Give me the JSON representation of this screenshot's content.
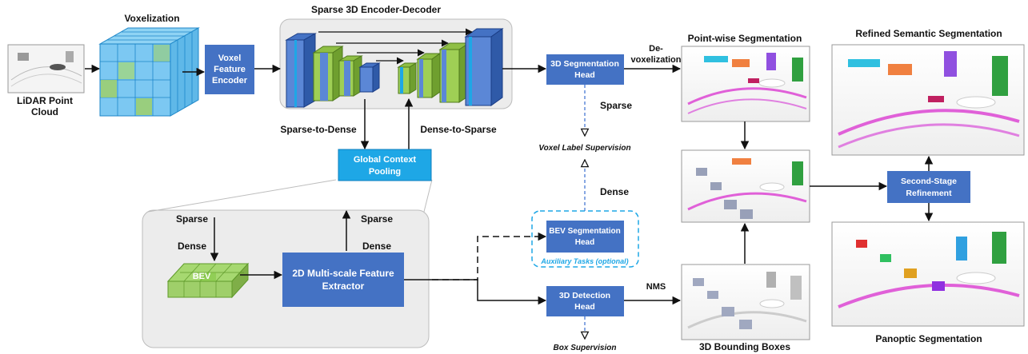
{
  "inputs": {
    "lidar_label_1": "LiDAR Point",
    "lidar_label_2": "Cloud",
    "voxelization_title": "Voxelization"
  },
  "encoder": {
    "title": "Sparse 3D Encoder-Decoder",
    "voxel_feature_encoder": [
      "Voxel",
      "Feature",
      "Encoder"
    ],
    "sparse_to_dense": "Sparse-to-Dense",
    "dense_to_sparse": "Dense-to-Sparse"
  },
  "context": {
    "pooling": [
      "Global Context",
      "Pooling"
    ],
    "sparse_left": "Sparse",
    "dense_left": "Dense",
    "sparse_right": "Sparse",
    "dense_right": "Dense",
    "bev": "BEV",
    "feature_extractor": [
      "2D Multi-scale Feature",
      "Extractor"
    ]
  },
  "heads": {
    "seg_head": [
      "3D Segmentation",
      "Head"
    ],
    "sparse_label": "Sparse",
    "voxel_supervision": "Voxel Label Supervision",
    "dense_label": "Dense",
    "bev_head": [
      "BEV Segmentation",
      "Head"
    ],
    "auxiliary": "Auxiliary Tasks (optional)",
    "det_head": [
      "3D Detection",
      "Head"
    ],
    "box_supervision": "Box Supervision",
    "devox": [
      "De-",
      "voxelization"
    ],
    "nms": "NMS"
  },
  "outputs": {
    "pointwise": "Point-wise Segmentation",
    "refined": "Refined Semantic Segmentation",
    "second_stage": [
      "Second-Stage",
      "Refinement"
    ],
    "panoptic": "Panoptic Segmentation",
    "bboxes": "3D Bounding Boxes"
  },
  "colors": {
    "box_blue": "#4472c4",
    "cyan": "#1ea7e6",
    "green": "#8fbf45",
    "panel_gray": "#ececec"
  }
}
